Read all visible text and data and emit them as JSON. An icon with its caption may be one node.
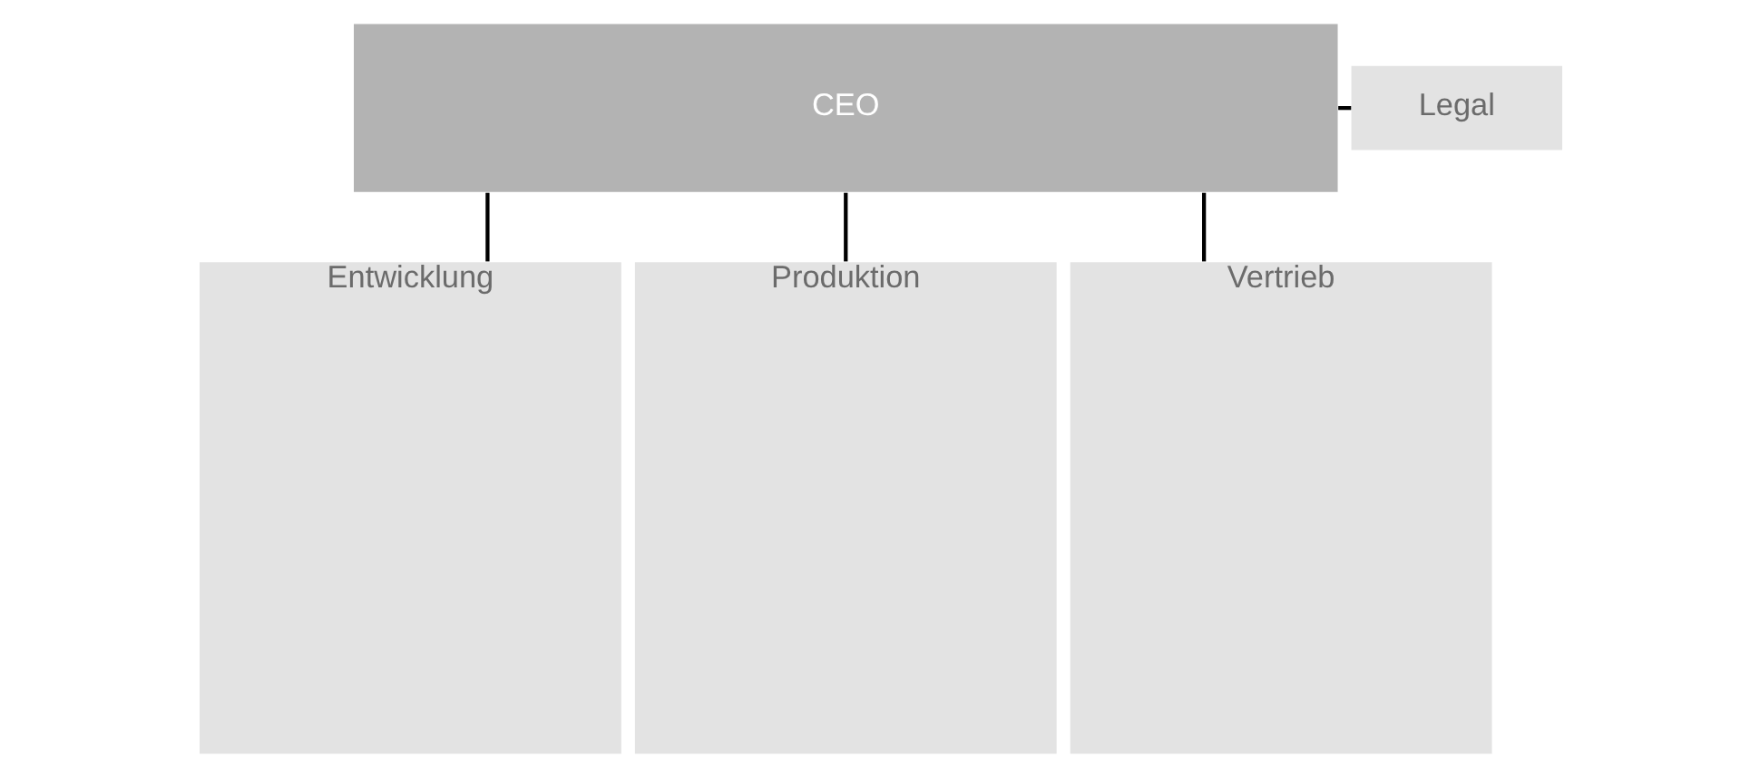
{
  "diagram": {
    "nodes": [
      {
        "text": [
          "CEO"
        ]
      },
      {
        "text": [
          "Legal"
        ]
      },
      {
        "text": [
          "Entwicklung"
        ]
      },
      {
        "text": [
          "Produktion"
        ]
      },
      {
        "text": [
          "Vertrieb"
        ]
      }
    ],
    "edges": [
      {
        "from": 0,
        "to": 1,
        "arrow": "none"
      },
      {
        "from": 0,
        "to": 2,
        "arrow": "none"
      },
      {
        "from": 0,
        "to": 3,
        "arrow": "none"
      },
      {
        "from": 0,
        "to": 4,
        "arrow": "none"
      }
    ]
  }
}
